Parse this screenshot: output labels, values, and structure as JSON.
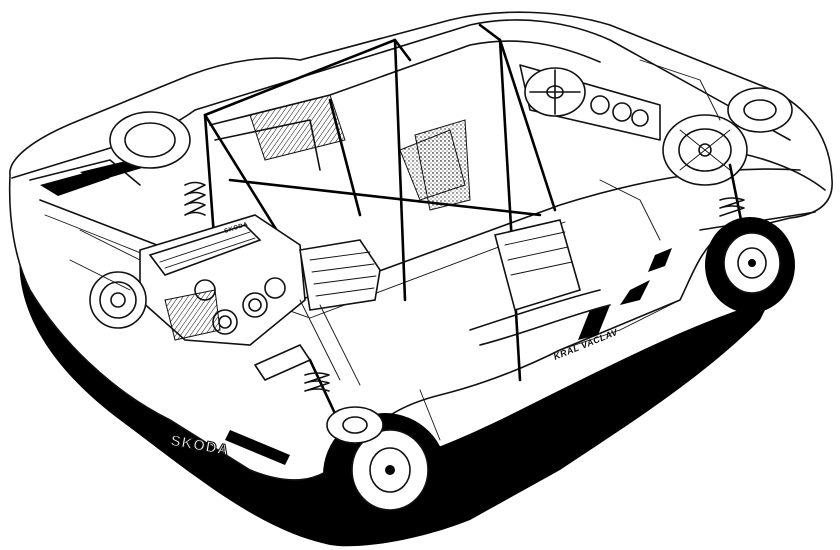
{
  "illustration": {
    "subject": "cutaway-rally-car",
    "signature": "KRAL VACLAV",
    "engine_cover_brand": "SKODA",
    "side_lettering": "SKODA"
  }
}
